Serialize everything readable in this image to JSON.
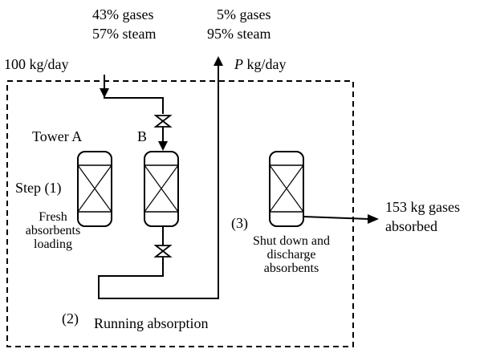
{
  "feed": {
    "composition_line1": "43% gases",
    "composition_line2": "57% steam",
    "rate": "100 kg/day"
  },
  "product": {
    "composition_line1": "5% gases",
    "composition_line2": "95% steam",
    "rate_var": "P",
    "rate_unit": " kg/day"
  },
  "tower_a": {
    "label": "Tower A",
    "step": "Step (1)",
    "desc_line1": "Fresh",
    "desc_line2": "absorbents",
    "desc_line3": "loading"
  },
  "tower_b": {
    "label": "B",
    "step_number": "(2)",
    "step_desc": "Running absorption"
  },
  "tower_c": {
    "step_number": "(3)",
    "desc_line1": "Shut down and",
    "desc_line2": "discharge",
    "desc_line3": "absorbents"
  },
  "output": {
    "line1": "153 kg gases",
    "line2": "absorbed"
  }
}
